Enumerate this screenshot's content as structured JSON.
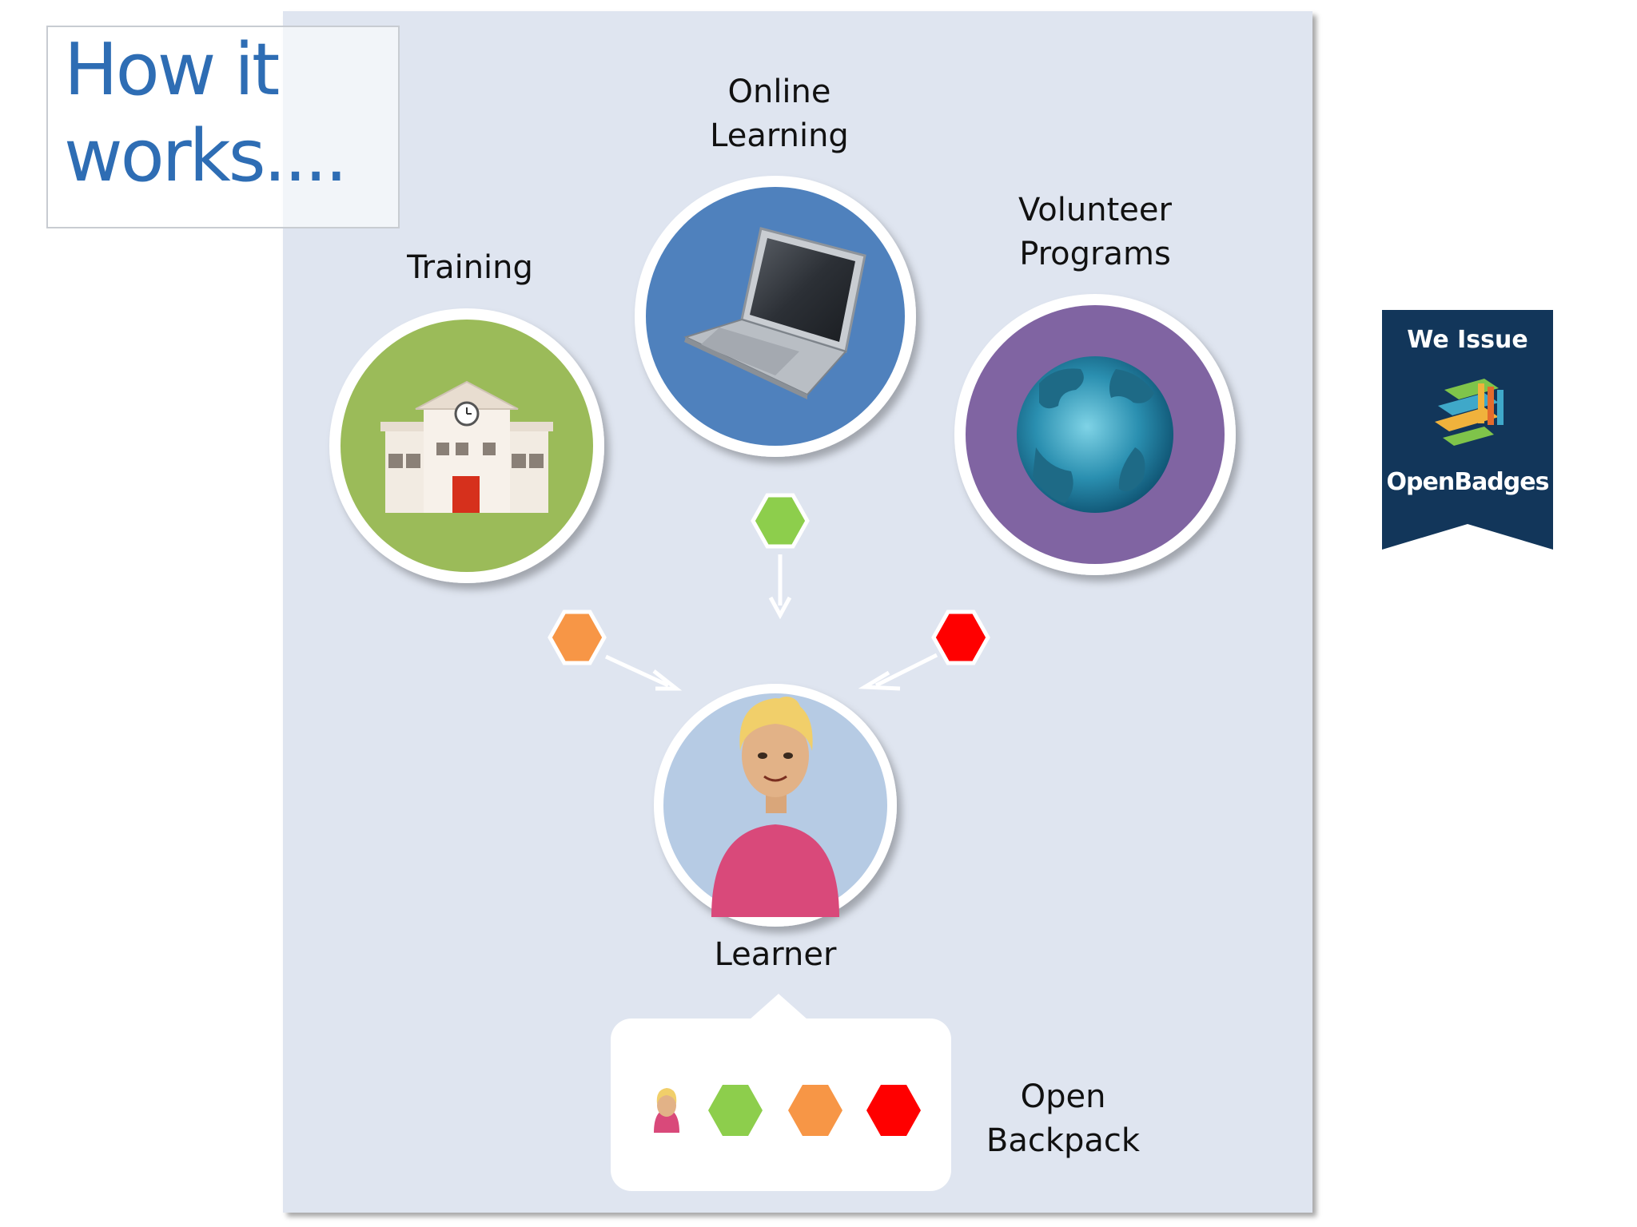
{
  "slide": {
    "title": "How it\nworks....",
    "colors": {
      "title": "#2e6db4",
      "panel": "#dfe5f0",
      "training": "#9bbb59",
      "online": "#4f81bd",
      "volunteer": "#8064a2",
      "badge_green": "#8dce4c",
      "badge_orange": "#f79646",
      "badge_red": "#ff0000",
      "ribbon": "#12365a"
    }
  },
  "nodes": {
    "training": {
      "label": "Training",
      "icon": "school-building-icon"
    },
    "online": {
      "label": "Online\nLearning",
      "icon": "laptop-icon"
    },
    "volunteer": {
      "label": "Volunteer\nPrograms",
      "icon": "globe-icon"
    },
    "learner": {
      "label": "Learner",
      "icon": "learner-avatar-icon"
    }
  },
  "backpack": {
    "label": "Open\nBackpack",
    "items": [
      "learner-avatar-icon",
      "green-badge-icon",
      "orange-badge-icon",
      "red-badge-icon"
    ]
  },
  "ribbon": {
    "top_text": "We Issue",
    "bottom_text": "OpenBadges",
    "icon": "openbadges-logo-icon"
  }
}
